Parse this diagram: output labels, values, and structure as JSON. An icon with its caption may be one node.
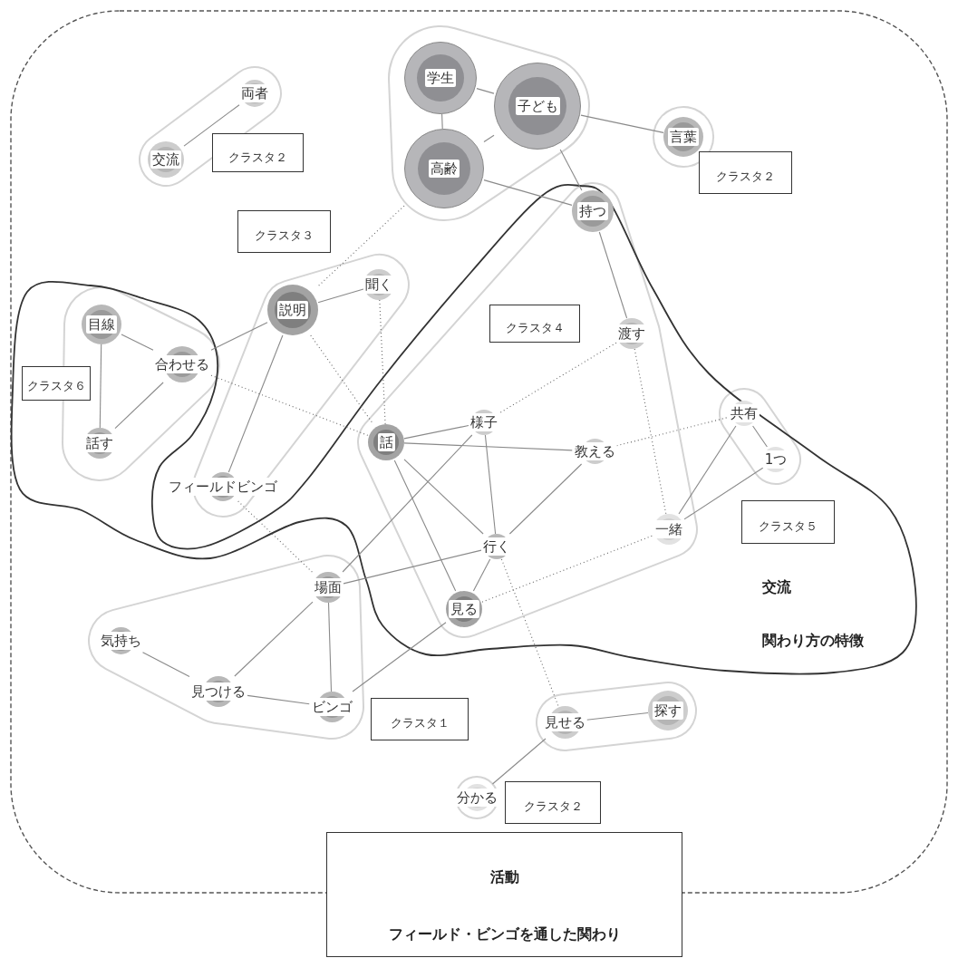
{
  "diagram": {
    "nodes": [
      {
        "text": [
          "活動",
          "フィールド・ビンゴを通した関わり"
        ]
      },
      {
        "text": [
          "交流",
          "関わり方の特徴"
        ],
        "in": 0
      },
      {
        "text": [
          "学生"
        ],
        "in": 0
      },
      {
        "text": [
          "両者"
        ],
        "in": 0
      },
      {
        "text": [
          "子ども"
        ],
        "in": 0
      },
      {
        "text": [
          "交流"
        ],
        "in": 0
      },
      {
        "text": [
          "クラスタ２"
        ],
        "in": 0
      },
      {
        "text": [
          "言葉"
        ],
        "in": 0
      },
      {
        "text": [
          "高齢"
        ],
        "in": 0
      },
      {
        "text": [
          "クラスタ２"
        ],
        "in": 0
      },
      {
        "text": [
          "持つ"
        ],
        "in": 1
      },
      {
        "text": [
          "クラスタ３"
        ],
        "in": 0
      },
      {
        "text": [
          "聞く"
        ],
        "in": 0
      },
      {
        "text": [
          "説明"
        ],
        "in": 0
      },
      {
        "text": [
          "目線"
        ],
        "in": 1
      },
      {
        "text": [
          "渡す"
        ],
        "in": 1
      },
      {
        "text": [
          "合わせる"
        ],
        "in": 1
      },
      {
        "text": [
          "クラスタ６"
        ],
        "in": 1
      },
      {
        "text": [
          "クラスタ４"
        ],
        "in": 1
      },
      {
        "text": [
          "共有"
        ],
        "in": 1
      },
      {
        "text": [
          "話"
        ],
        "in": 1
      },
      {
        "text": [
          "様子"
        ],
        "in": 1
      },
      {
        "text": [
          "話す"
        ],
        "in": 1
      },
      {
        "text": [
          "教える"
        ],
        "in": 1
      },
      {
        "text": [
          "1つ"
        ],
        "in": 1
      },
      {
        "text": [
          "フィールドビンゴ"
        ],
        "in": 0
      },
      {
        "text": [
          "クラスタ５"
        ],
        "in": 1
      },
      {
        "text": [
          "一緒"
        ],
        "in": 1
      },
      {
        "text": [
          "行く"
        ],
        "in": 1
      },
      {
        "text": [
          "場面"
        ],
        "in": 0
      },
      {
        "text": [
          "見る"
        ],
        "in": 1
      },
      {
        "text": [
          "気持ち"
        ],
        "in": 0
      },
      {
        "text": [
          "見つける"
        ],
        "in": 0
      },
      {
        "text": [
          "ビンゴ"
        ],
        "in": 0
      },
      {
        "text": [
          "クラスタ１"
        ],
        "in": 0
      },
      {
        "text": [
          "見せる"
        ],
        "in": 0
      },
      {
        "text": [
          "探す"
        ],
        "in": 0
      },
      {
        "text": [
          "分かる"
        ],
        "in": 0
      },
      {
        "text": [
          "クラスタ２"
        ],
        "in": 0
      }
    ],
    "edges": [
      {
        "from": 2,
        "to": 8,
        "arrow": "none"
      },
      {
        "from": 2,
        "to": 4,
        "arrow": "none"
      },
      {
        "from": 4,
        "to": 8,
        "arrow": "none"
      },
      {
        "from": 4,
        "to": 7,
        "arrow": "none"
      },
      {
        "from": 4,
        "to": 10,
        "arrow": "none"
      },
      {
        "from": 8,
        "to": 10,
        "arrow": "none"
      },
      {
        "from": 8,
        "to": 13,
        "arrow": "none",
        "style": "dashed"
      },
      {
        "from": 3,
        "to": 5,
        "arrow": "none"
      },
      {
        "from": 13,
        "to": 12,
        "arrow": "none"
      },
      {
        "from": 13,
        "to": 16,
        "arrow": "none"
      },
      {
        "from": 13,
        "to": 25,
        "arrow": "none"
      },
      {
        "from": 13,
        "to": 20,
        "arrow": "none",
        "style": "dashed"
      },
      {
        "from": 12,
        "to": 20,
        "arrow": "none",
        "style": "dashed"
      },
      {
        "from": 14,
        "to": 16,
        "arrow": "none"
      },
      {
        "from": 14,
        "to": 22,
        "arrow": "none"
      },
      {
        "from": 16,
        "to": 22,
        "arrow": "none"
      },
      {
        "from": 16,
        "to": 20,
        "arrow": "none",
        "style": "dashed"
      },
      {
        "from": 10,
        "to": 15,
        "arrow": "none"
      },
      {
        "from": 15,
        "to": 21,
        "arrow": "none",
        "style": "dashed"
      },
      {
        "from": 15,
        "to": 27,
        "arrow": "none",
        "style": "dashed"
      },
      {
        "from": 20,
        "to": 21,
        "arrow": "none"
      },
      {
        "from": 20,
        "to": 23,
        "arrow": "none"
      },
      {
        "from": 20,
        "to": 28,
        "arrow": "none"
      },
      {
        "from": 20,
        "to": 30,
        "arrow": "none"
      },
      {
        "from": 21,
        "to": 28,
        "arrow": "none"
      },
      {
        "from": 21,
        "to": 29,
        "arrow": "none"
      },
      {
        "from": 23,
        "to": 28,
        "arrow": "none"
      },
      {
        "from": 23,
        "to": 19,
        "arrow": "none",
        "style": "dashed"
      },
      {
        "from": 19,
        "to": 27,
        "arrow": "none"
      },
      {
        "from": 19,
        "to": 24,
        "arrow": "none"
      },
      {
        "from": 24,
        "to": 27,
        "arrow": "none"
      },
      {
        "from": 28,
        "to": 29,
        "arrow": "none"
      },
      {
        "from": 28,
        "to": 30,
        "arrow": "none"
      },
      {
        "from": 28,
        "to": 35,
        "arrow": "none",
        "style": "dashed"
      },
      {
        "from": 30,
        "to": 27,
        "arrow": "none",
        "style": "dashed"
      },
      {
        "from": 30,
        "to": 33,
        "arrow": "none"
      },
      {
        "from": 25,
        "to": 29,
        "arrow": "none",
        "style": "dashed"
      },
      {
        "from": 29,
        "to": 32,
        "arrow": "none"
      },
      {
        "from": 29,
        "to": 33,
        "arrow": "none"
      },
      {
        "from": 31,
        "to": 32,
        "arrow": "none"
      },
      {
        "from": 32,
        "to": 33,
        "arrow": "none"
      },
      {
        "from": 35,
        "to": 36,
        "arrow": "none"
      },
      {
        "from": 35,
        "to": 37,
        "arrow": "none"
      }
    ]
  }
}
